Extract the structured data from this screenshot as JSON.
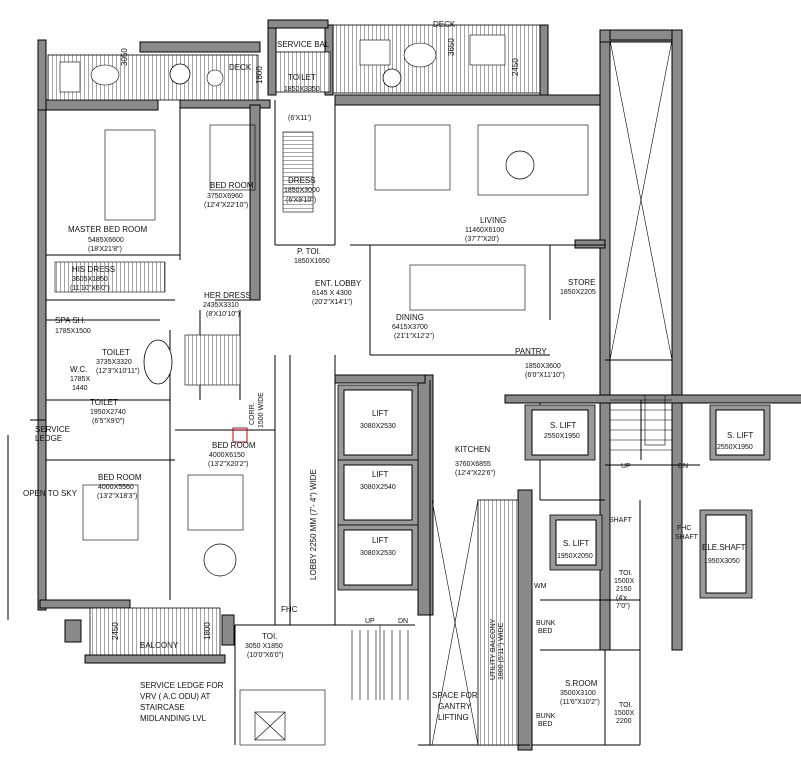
{
  "labels": {
    "service_bal": "SERVICE BAL",
    "deck_left": "DECK",
    "deck_top": "DECK",
    "dim_3050": "3050",
    "dim_1800_deck": "1800",
    "dim_3650": "3650",
    "dim_2450_deck": "2450",
    "toilet_top": "TOILET",
    "toilet_top_size": "1850X3350",
    "toilet_top_ft": "(6'X11')",
    "dress": "DRESS",
    "dress_size": "1850X3000",
    "dress_ft": "(6'X9'10\")",
    "bedroom1": "BED ROOM",
    "bedroom1_size": "3750X6960",
    "bedroom1_ft": "(12'4\"X22'10\")",
    "ptoi": "P. TOI.",
    "ptoi_size": "1850X1650",
    "master_bed": "MASTER BED ROOM",
    "master_bed_size": "5485X6600",
    "master_bed_ft": "(18'X21'8\")",
    "living": "LIVING",
    "living_size": "11460X6100",
    "living_ft": "(37'7\"X20')",
    "his_dress": "HIS DRESS",
    "his_dress_size": "3605X1850",
    "his_dress_ft": "(11'10\"X6'0\")",
    "her_dress": "HER DRESS",
    "her_dress_size": "2435X3310",
    "her_dress_ft": "(8'X10'10\")",
    "ent_lobby": "ENT. LOBBY",
    "ent_lobby_size": "6145 X 4300",
    "ent_lobby_ft": "(20'2\"X14'1\")",
    "dining": "DINING",
    "dining_size": "6415X3700",
    "dining_ft": "(21'1\"X12'2\")",
    "store": "STORE",
    "store_size": "1850X2205",
    "spa_sh": "SPA SH.",
    "spa_size": "1785X1500",
    "toilet_mid": "TOILET",
    "toilet_mid_size": "3735X3320",
    "toilet_mid_ft": "(12'3\"X10'11\")",
    "wc": "W.C.",
    "wc_size": "1785X",
    "wc_size2": "1440",
    "pantry": "PANTRY",
    "pantry_size": "1850X3600",
    "pantry_ft": "(6'0\"X11'10\")",
    "toilet_small": "TOILET",
    "toilet_small_size": "1950X2740",
    "toilet_small_ft": "(6'5\"X9'0\")",
    "service_ledge": "SERVICE",
    "service_ledge2": "LEDGE",
    "corr": "CORR.",
    "corr_size": "1500 WIDE",
    "lift1": "LIFT",
    "lift1_size": "3080X2530",
    "lift2": "LIFT",
    "lift2_size": "3080X2540",
    "lift3": "LIFT",
    "lift3_size": "3080X2530",
    "s_lift1": "S. LIFT",
    "s_lift1_size": "2550X1950",
    "s_lift2": "S. LIFT",
    "s_lift2_size": "2550X1950",
    "kitchen": "KITCHEN",
    "kitchen_size": "3760X6855",
    "kitchen_ft": "(12'4\"X22'6\")",
    "open_to_sky": "OPEN TO SKY",
    "bedroom2": "BED ROOM",
    "bedroom2_size": "4000X5560",
    "bedroom2_ft": "(13'2\"X18'3\")",
    "bedroom3": "BED ROOM",
    "bedroom3_size": "4000X6150",
    "bedroom3_ft": "(13'2\"X20'2\")",
    "lobby_wide": "LOBBY 2250 MM (7'- 4\") WIDE",
    "fhc": "FHC",
    "fhc_shaft": "FHC",
    "fhc_shaft2": "SHAFT",
    "shaft": "SHAFT",
    "s_lift3": "S. LIFT",
    "s_lift3_size": "1950X2050",
    "ele_shaft": "ELE.SHAFT",
    "ele_shaft_size": "1950X3050",
    "balcony": "BALCONY",
    "dim_2450_bal": "2450",
    "dim_1800_bal": "1800",
    "toi_bottom": "TOI.",
    "toi_bottom_size": "3050 X1850",
    "toi_bottom_ft": "(10'0\"X6'0\")",
    "utility_balcony": "UTILITY BALCONY",
    "utility_size": "1800 (5'11\") WIDE",
    "wm": "WM",
    "toi_right": "TOI.",
    "toi_right_size": "1500X",
    "toi_right_size2": "2150",
    "toi_right_ft": "(4'x",
    "toi_right_ft2": "7'0\")",
    "bunk_bed1": "BUNK",
    "bunk_bed1b": "BED",
    "bunk_bed2": "BUNK",
    "bunk_bed2b": "BED",
    "s_room": "S.ROOM",
    "s_room_size": "3500X3100",
    "s_room_ft": "(11'6\"X10'2\")",
    "toi_br": "TOI.",
    "toi_br_size": "1500X",
    "toi_br_size2": "2200",
    "service_ledge_vrv": "SERVICE LEDGE FOR",
    "service_ledge_vrv2": "VRV ( A.C ODU)  AT",
    "service_ledge_vrv3": "STAIRCASE",
    "service_ledge_vrv4": "MIDLANDING LVL",
    "gantry": "SPACE FOR",
    "gantry2": "GANTRY",
    "gantry3": "LIFTING",
    "up1": "UP",
    "dn1": "DN",
    "up2": "UP",
    "dn2": "DN"
  }
}
